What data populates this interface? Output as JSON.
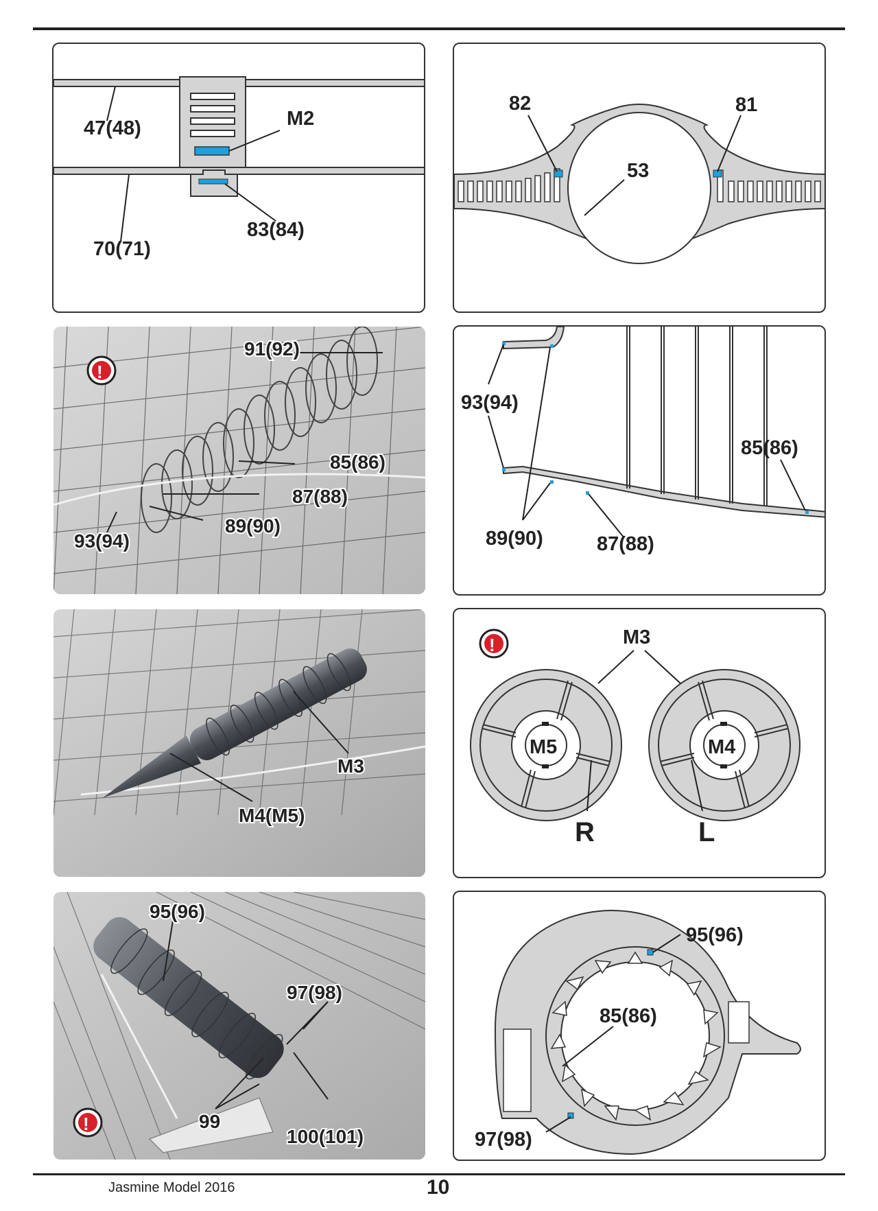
{
  "footer": {
    "brand": "Jasmine Model 2016",
    "page_number": "10"
  },
  "step1": {
    "labels": {
      "a": "47(48)",
      "b": "70(71)",
      "c": "M2",
      "d": "83(84)"
    }
  },
  "step2": {
    "labels": {
      "a": "82",
      "b": "81",
      "c": "53"
    }
  },
  "step3": {
    "labels": {
      "a": "91(92)",
      "b": "85(86)",
      "c": "87(88)",
      "d": "89(90)",
      "e": "93(94)"
    },
    "warning": "!"
  },
  "step4": {
    "labels": {
      "a": "93(94)",
      "b": "85(86)",
      "c": "89(90)",
      "d": "87(88)"
    }
  },
  "step5": {
    "labels": {
      "a": "M3",
      "b": "M4(M5)"
    }
  },
  "step6": {
    "labels": {
      "top": "M3",
      "left_center": "M5",
      "right_center": "M4",
      "left_side": "R",
      "right_side": "L"
    },
    "warning": "!"
  },
  "step7": {
    "labels": {
      "a": "95(96)",
      "b": "97(98)",
      "c": "99",
      "d": "100(101)"
    },
    "warning": "!"
  },
  "step8": {
    "labels": {
      "a": "95(96)",
      "b": "85(86)",
      "c": "97(98)"
    }
  },
  "colors": {
    "part_gray": "#d4d4d4",
    "highlight_blue": "#1ea0dc",
    "warning_red": "#d8202a",
    "photo_bg": "#c4c4c4"
  }
}
